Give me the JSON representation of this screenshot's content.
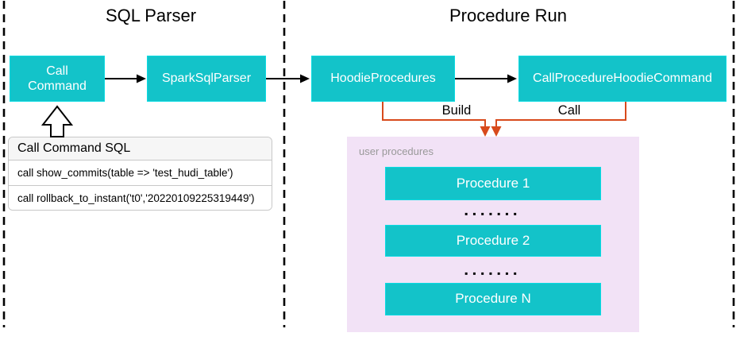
{
  "sql_parser": {
    "title": "SQL Parser",
    "call_command": "Call Command",
    "spark_sql_parser": "SparkSqlParser",
    "sql_panel": {
      "header": "Call Command SQL",
      "rows": [
        "call show_commits(table => 'test_hudi_table')",
        "call rollback_to_instant('t0','20220109225319449')"
      ]
    }
  },
  "procedure_run": {
    "title": "Procedure Run",
    "hoodie_procedures": "HoodieProcedures",
    "call_procedure_hoodie_command": "CallProcedureHoodieCommand",
    "build_label": "Build",
    "call_label": "Call",
    "user_procedures": {
      "label": "user procedures",
      "items": [
        "Procedure 1",
        "Procedure 2",
        "Procedure N"
      ],
      "dots": "▪▪▪▪▪▪▪"
    }
  },
  "colors": {
    "node_fill": "#13c3c9",
    "node_border": "#0adbe2",
    "arrow_black": "#000000",
    "arrow_orange": "#d84a1c",
    "container_fill": "#f2e2f6",
    "container_label": "#999999",
    "panel_header_bg": "#f6f6f6",
    "panel_border": "#c8c8c8"
  }
}
